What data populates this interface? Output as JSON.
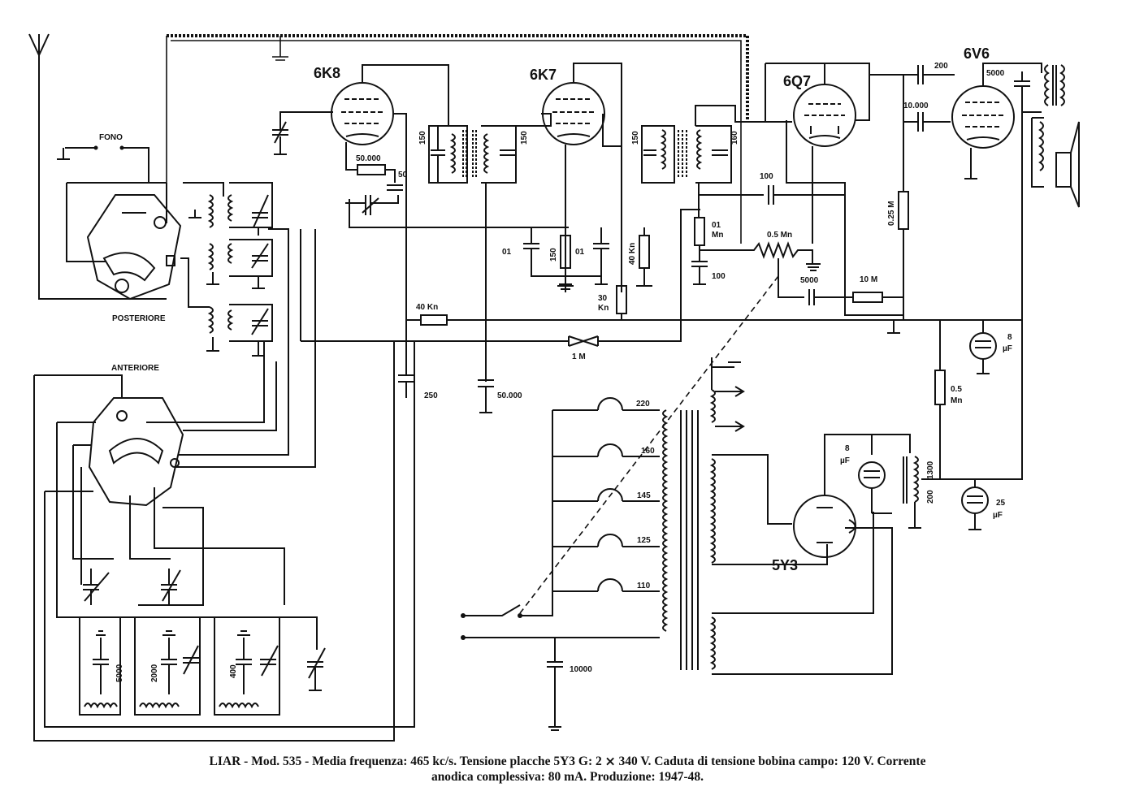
{
  "tubes": {
    "t1": "6K8",
    "t2": "6K7",
    "t3": "6Q7",
    "t4": "6V6",
    "t5": "5Y3"
  },
  "switch_labels": {
    "fono": "FONO",
    "posteriore": "POSTERIORE",
    "anteriore": "ANTERIORE"
  },
  "components": {
    "r_50000": "50.000",
    "c_50": "50",
    "c_150a": "150",
    "c_150b": "150",
    "c_150c": "150",
    "c_160": "160",
    "c_01a": "01",
    "r_150": "150",
    "c_01b": "01",
    "r_40k": "40 Kn",
    "r_30k": "30",
    "r_30k_unit": "Kn",
    "r_40k_h": "40 Kn",
    "c_250": "250",
    "c_50000": "50.000",
    "r_1m": "1 M",
    "c_100a": "100",
    "r_01m": "01",
    "r_01m_unit": "Mn",
    "c_100b": "100",
    "pot": "0.5 Mn",
    "c_5000": "5000",
    "r_10m": "10 M",
    "c_200": "200",
    "c_10000a": "10.000",
    "c_5000b": "5000",
    "r_025m": "0.25 M",
    "c_8uf_a": "8",
    "uf_a": "µF",
    "r_05m": "0.5",
    "r_05m_unit": "Mn",
    "c_8uf_b": "8",
    "uf_b": "µF",
    "r_1300": "1300",
    "r_200": "200",
    "c_25uf": "25",
    "uf_c": "µF",
    "c_5000c": "5000",
    "c_2000": "2000",
    "c_400": "400",
    "c_10000b": "10000"
  },
  "voltages": [
    "220",
    "160",
    "145",
    "125",
    "110"
  ],
  "caption": {
    "line1": "LIAR - Mod. 535 - Media frequenza: 465 kc/s. Tensione placche 5Y3 G: 2 ⨯ 340 V. Caduta di tensione bobina campo: 120 V. Corrente",
    "line2": "anodica complessiva: 80 mA. Produzione: 1947-48."
  }
}
